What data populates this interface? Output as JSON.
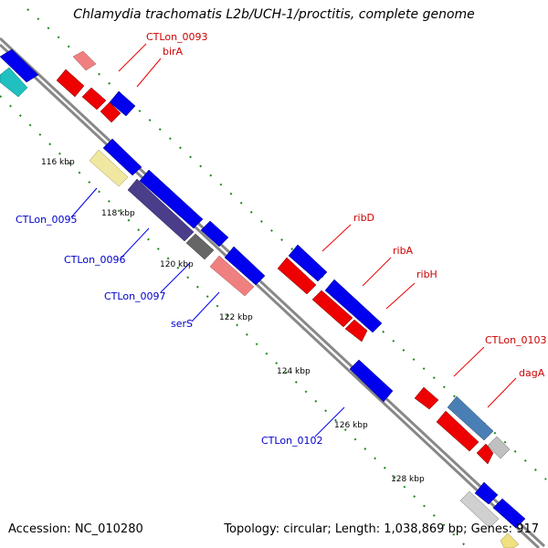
{
  "title": "Chlamydia trachomatis L2b/UCH-1/proctitis, complete genome",
  "accession": "Accession: NC_010280",
  "summary": "Topology: circular; Length: 1,038,869 bp; Genes: 917",
  "colors": {
    "forward": "#0000ee",
    "reverse": "#ee0000",
    "backbone": "#888888",
    "tick": "#1a8a1a",
    "label_forward": "#0000cc",
    "label_reverse": "#cc0000"
  },
  "scale_labels": [
    "116 kbp",
    "118 kbp",
    "120 kbp",
    "122 kbp",
    "124 kbp",
    "126 kbp",
    "128 kbp"
  ],
  "gene_labels": {
    "top": [
      "CTLon_0093",
      "birA",
      "ribD",
      "ribA",
      "ribH",
      "CTLon_0103",
      "dagA"
    ],
    "bottom": [
      "CTLon_0095",
      "CTLon_0096",
      "CTLon_0097",
      "serS",
      "CTLon_0102"
    ]
  }
}
